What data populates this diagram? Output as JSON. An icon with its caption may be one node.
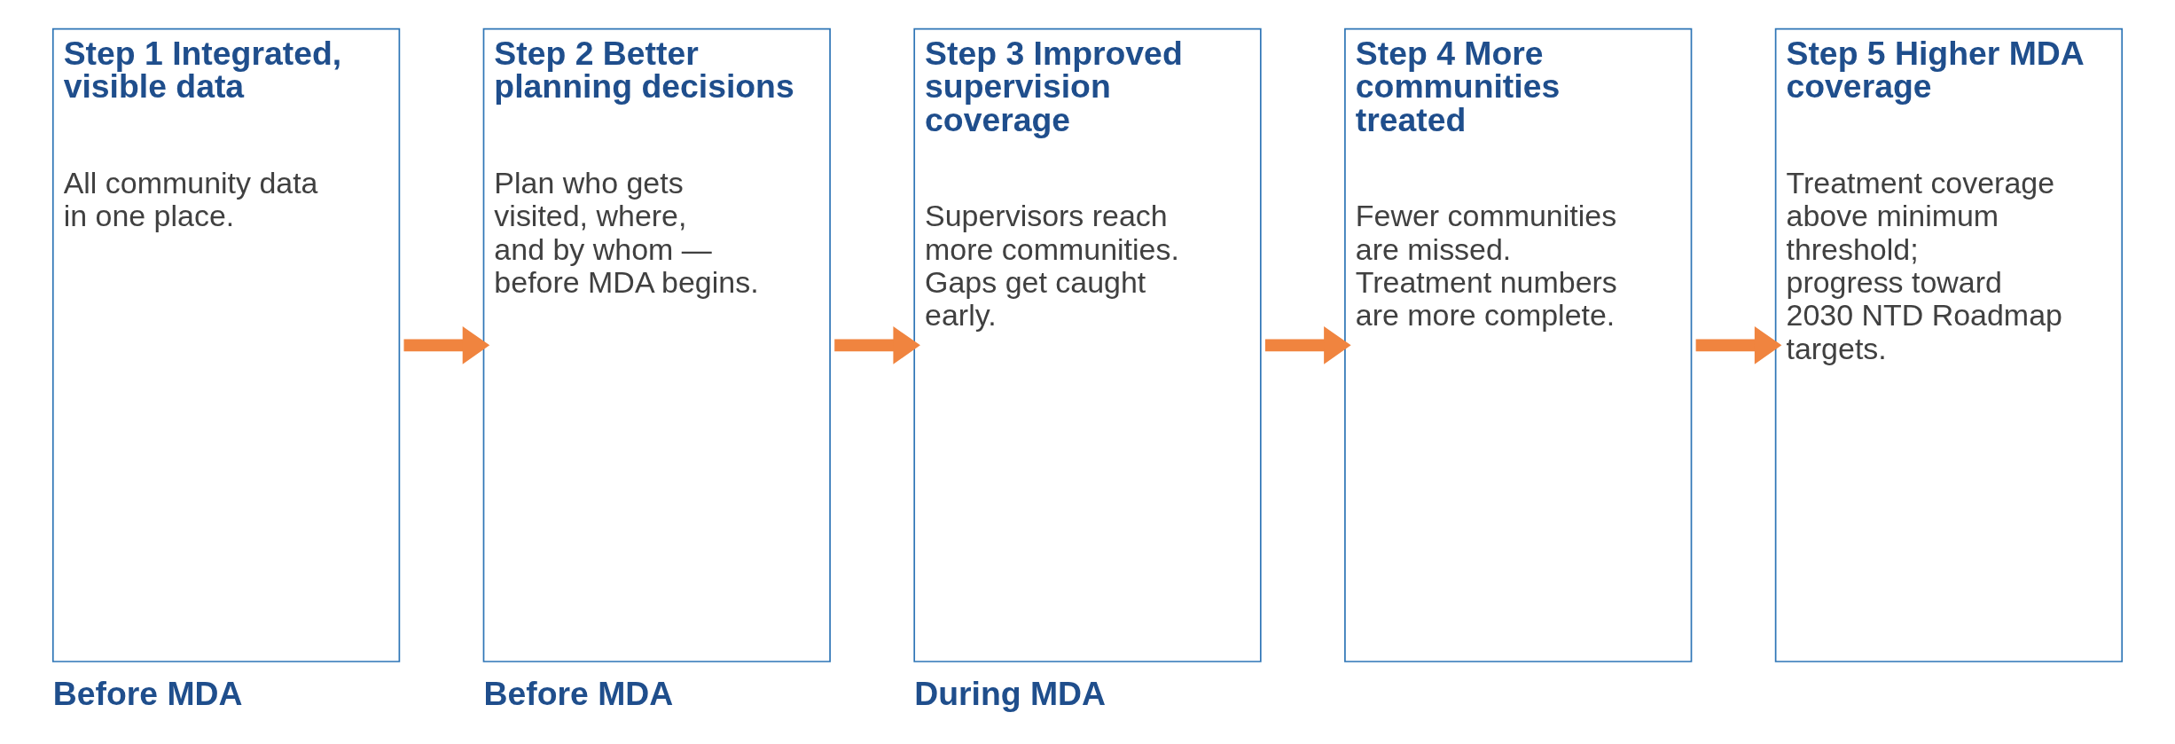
{
  "diagram": {
    "nodes": [
      {
        "text": [
          "Step 1 Integrated, visible data",
          "All community data in one place."
        ],
        "beside": [
          "Before MDA"
        ]
      },
      {
        "text": [
          "Step 2 Better planning decisions",
          "Plan who gets visited, where, and by whom — before MDA begins."
        ],
        "beside": [
          "Before MDA"
        ]
      },
      {
        "text": [
          "Step 3 Improved supervision coverage",
          "Supervisors reach more communities. Gaps get caught early."
        ],
        "beside": [
          "During MDA"
        ]
      },
      {
        "text": [
          "Step 4 More communities treated",
          "Fewer communities are missed. Treatment numbers are more complete."
        ]
      },
      {
        "text": [
          "Step 5 Higher MDA coverage",
          "Treatment coverage above minimum threshold; progress toward 2030 NTD Roadmap targets."
        ]
      }
    ],
    "edges": [
      {
        "from": 0,
        "to": 1,
        "arrow": "to"
      },
      {
        "from": 1,
        "to": 2,
        "arrow": "to"
      },
      {
        "from": 2,
        "to": 3,
        "arrow": "to"
      },
      {
        "from": 3,
        "to": 4,
        "arrow": "to"
      }
    ]
  }
}
